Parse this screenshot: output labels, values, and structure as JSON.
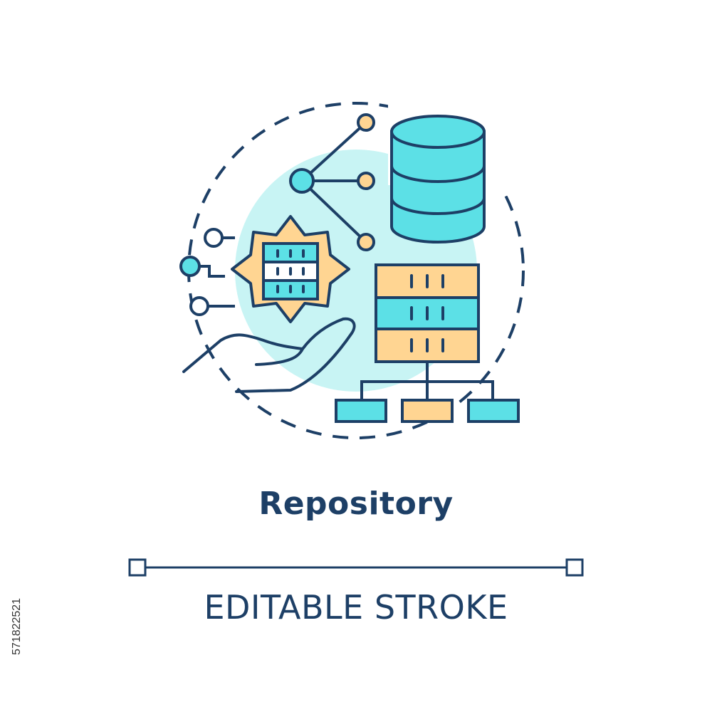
{
  "title": "Repository",
  "subtitle": "EDITABLE STROKE",
  "stock_id": "571822521",
  "colors": {
    "outline": "#1d3f66",
    "cyan": "#5ce0e6",
    "orange": "#ffd592",
    "circle_bg": "#c8f4f4"
  },
  "icons": [
    "database-icon",
    "gear-icon",
    "server-rack-icon",
    "network-nodes-icon",
    "hand-icon",
    "hierarchy-icon"
  ]
}
